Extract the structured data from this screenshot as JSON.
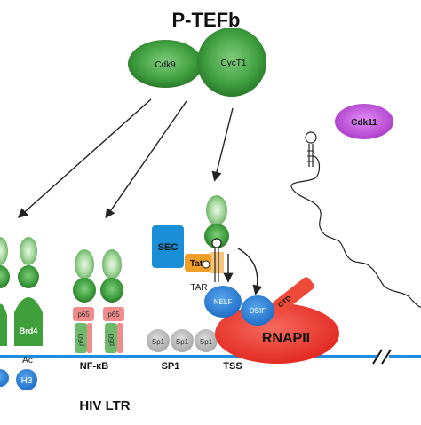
{
  "title": "P-TEFb",
  "complex": {
    "cdk9": "Cdk9",
    "cyct1": "CycT1"
  },
  "cdk11": "Cdk11",
  "sec": "SEC",
  "tat": "Tat",
  "tar": "TAR",
  "nelf": "NELF",
  "dsif": "DSIF",
  "ctd": "CTD",
  "rnapii": "RNAPII",
  "brd4": "Brd4",
  "ac": "Ac",
  "h3": "H3",
  "p65": "p65",
  "p50": "p50",
  "sp1": "Sp1",
  "sites": {
    "nfkb": "NF-κB",
    "sp1": "SP1",
    "tss": "TSS"
  },
  "hiv_ltr": "HIV LTR",
  "colors": {
    "green": "#3c9b3c",
    "green_light": "#a9dca0",
    "purple": "#b84ad8",
    "blue_dna": "#1e8fe0",
    "sec_blue": "#1a8fd8",
    "tat_orange": "#f0a028",
    "nelf_blue": "#2b7fd4",
    "rnapii_red": "#ee3a32",
    "p65_pink": "#f08c8c",
    "gray": "#b8b8b8",
    "h3_blue": "#1c6fc4"
  }
}
